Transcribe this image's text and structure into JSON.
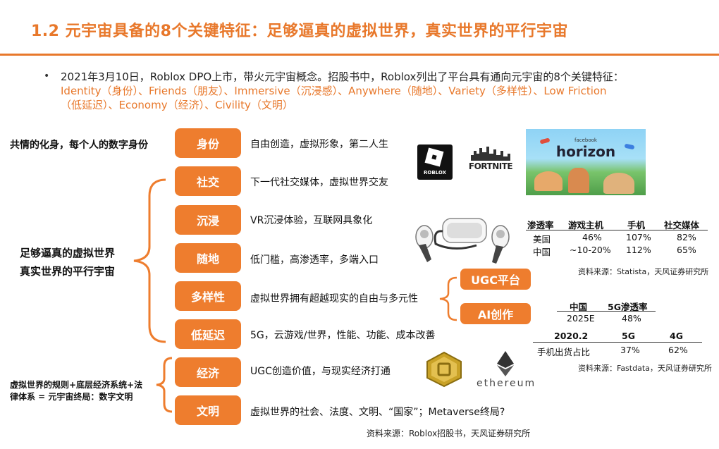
{
  "title": "1.2 元宇宙具备的8个关键特征：足够逼真的虚拟世界，真实世界的平行宇宙",
  "intro": {
    "bullet": "•",
    "line1": "2021年3月10日，Roblox DPO上市，带火元宇宙概念。招股书中，Roblox列出了平台具有通向元宇宙的8个关键特征：",
    "line2": "Identity（身份）、Friends（朋友）、Immersive（沉浸感）、Anywhere（随地）、Variety（多样性）、Low Friction",
    "line3": "（低延迟）、Economy（经济）、Civility（文明）"
  },
  "left_labels": {
    "identity": "共情的化身，每个人的数字身份",
    "world_1": "足够逼真的虚拟世界",
    "world_2": "真实世界的平行宇宙",
    "rules_1": "虚拟世界的规则+底层经济系统+法",
    "rules_2": "律体系 = 元宇宙终局：数字文明"
  },
  "features": [
    {
      "label": "身份",
      "desc": "自由创造，虚拟形象，第二人生"
    },
    {
      "label": "社交",
      "desc": "下一代社交媒体，虚拟世界交友"
    },
    {
      "label": "沉浸",
      "desc": "VR沉浸体验，互联网具象化"
    },
    {
      "label": "随地",
      "desc": "低门槛，高渗透率，多端入口"
    },
    {
      "label": "多样性",
      "desc": "虚拟世界拥有超越现实的自由与多元性"
    },
    {
      "label": "低延迟",
      "desc": "5G，云游戏/世界，性能、功能、成本改善"
    },
    {
      "label": "经济",
      "desc": "UGC创造价值，与现实经济打通"
    },
    {
      "label": "文明",
      "desc": "虚拟世界的社会、法度、文明、“国家”；Metaverse终局?"
    }
  ],
  "side_pills": {
    "ugc": "UGC平台",
    "ai": "AI创作"
  },
  "logos": {
    "roblox": "ROBLOX",
    "fortnite": "FORTNITE",
    "horizon_small": "facebook",
    "horizon": "horizon",
    "ethereum": "ethereum"
  },
  "penetration_table": {
    "headers": [
      "渗透率",
      "游戏主机",
      "手机",
      "社交媒体"
    ],
    "rows": [
      [
        "美国",
        "46%",
        "107%",
        "82%"
      ],
      [
        "中国",
        "~10-20%",
        "112%",
        "65%"
      ]
    ],
    "source": "资料来源：Statista，天风证券研究所"
  },
  "g5_table": {
    "headers": [
      "中国",
      "5G渗透率"
    ],
    "row": [
      "2025E",
      "48%"
    ]
  },
  "shipment_table": {
    "headers": [
      "2020.2",
      "5G",
      "4G"
    ],
    "row": [
      "手机出货占比",
      "37%",
      "62%"
    ],
    "source": "资料来源：Fastdata，天风证券研究所"
  },
  "footer_source": "资料来源：Roblox招股书，天风证券研究所",
  "colors": {
    "accent": "#e8782b",
    "pill": "#ee7d2e"
  }
}
